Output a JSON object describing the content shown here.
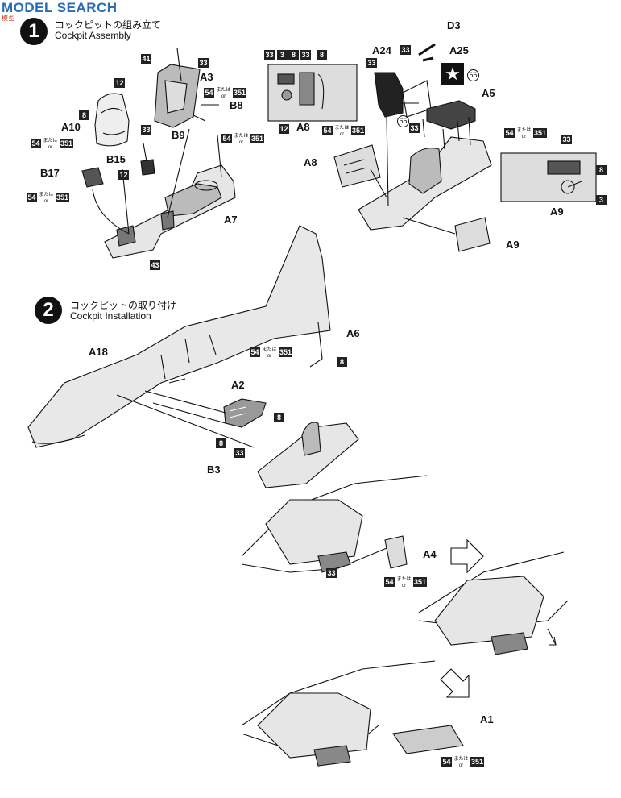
{
  "brand": {
    "name": "MODEL SEARCH",
    "sub": "模型"
  },
  "steps": [
    {
      "number": "1",
      "title_ja": "コックピットの組み立て",
      "title_en": "Cockpit Assembly"
    },
    {
      "number": "2",
      "title_ja": "コックピットの取り付け",
      "title_en": "Cockpit Installation"
    }
  ],
  "paint_alt": {
    "ja": "または",
    "en": "or"
  },
  "part_labels": {
    "a3": "A3",
    "b8": "B8",
    "b9": "B9",
    "a10": "A10",
    "b15": "B15",
    "b17": "B17",
    "a7": "A7",
    "a8_inset": "A8",
    "a8": "A8",
    "d3": "D3",
    "a24": "A24",
    "a25": "A25",
    "a5": "A5",
    "a9_inset": "A9",
    "a9": "A9",
    "a6": "A6",
    "a18": "A18",
    "a2": "A2",
    "b3": "B3",
    "a4": "A4",
    "a1": "A1"
  },
  "color_codes": {
    "c41": "41",
    "c33": "33",
    "c12": "12",
    "c8": "8",
    "c54": "54",
    "c351": "351",
    "c43": "43",
    "c3": "3",
    "c65": "65",
    "c66": "66"
  },
  "decal": {
    "symbol": "★"
  }
}
